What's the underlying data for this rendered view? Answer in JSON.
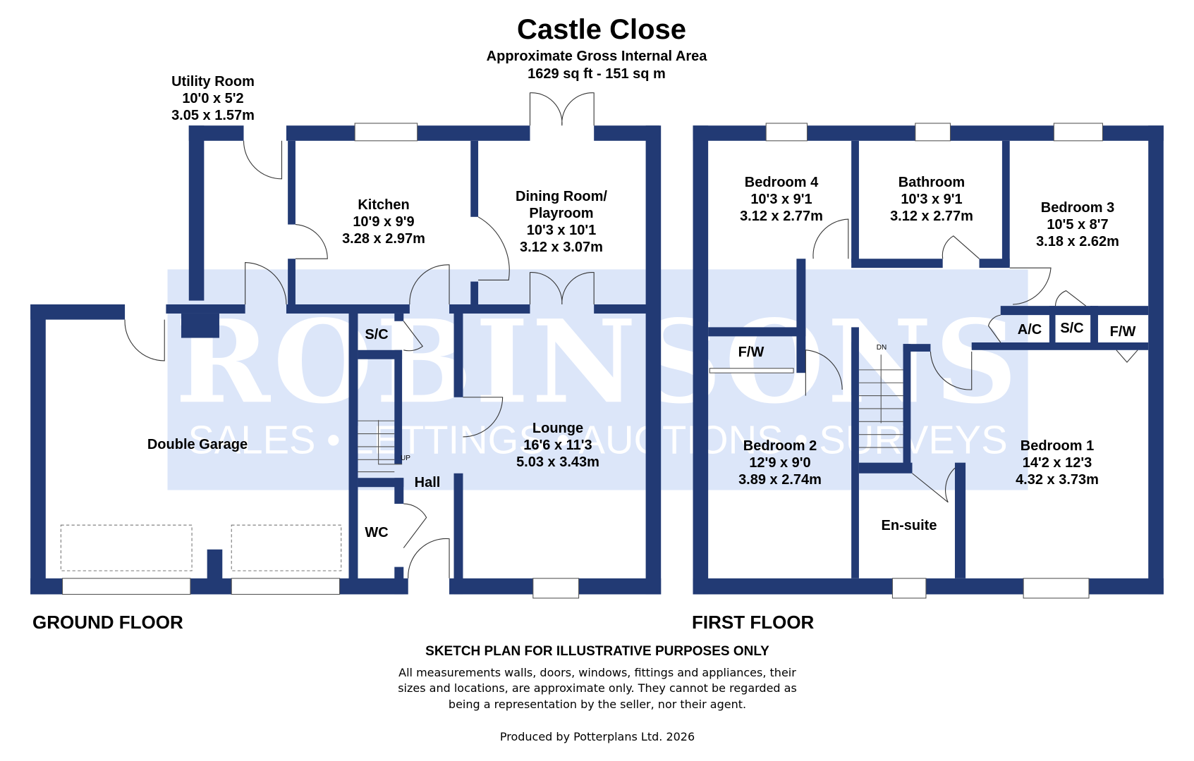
{
  "header": {
    "title": "Castle Close",
    "area_label": "Approximate Gross Internal Area",
    "area_value": "1629 sq ft - 151 sq m"
  },
  "watermark": {
    "brand": "ROBINSONS",
    "tagline": "SALES • LETTINGS • AUCTIONS • SURVEYS",
    "background_color": "#dce6f9"
  },
  "colors": {
    "wall": "#223a74",
    "text": "#000000"
  },
  "ground_floor": {
    "label": "GROUND FLOOR",
    "rooms": [
      {
        "name": "Utility Room",
        "imperial": "10'0 x 5'2",
        "metric": "3.05 x 1.57m"
      },
      {
        "name": "Kitchen",
        "imperial": "10'9 x 9'9",
        "metric": "3.28 x 2.97m"
      },
      {
        "name": "Dining Room/",
        "name2": "Playroom",
        "imperial": "10'3 x 10'1",
        "metric": "3.12 x 3.07m"
      },
      {
        "name": "Double Garage"
      },
      {
        "name": "S/C"
      },
      {
        "name": "Hall"
      },
      {
        "name": "WC"
      },
      {
        "name": "Lounge",
        "imperial": "16'6 x 11'3",
        "metric": "5.03 x 3.43m"
      }
    ],
    "stairs_label": "UP"
  },
  "first_floor": {
    "label": "FIRST FLOOR",
    "rooms": [
      {
        "name": "Bedroom 4",
        "imperial": "10'3 x 9'1",
        "metric": "3.12 x 2.77m"
      },
      {
        "name": "Bathroom",
        "imperial": "10'3 x 9'1",
        "metric": "3.12 x 2.77m"
      },
      {
        "name": "Bedroom 3",
        "imperial": "10'5 x 8'7",
        "metric": "3.18 x 2.62m"
      },
      {
        "name": "A/C"
      },
      {
        "name": "S/C"
      },
      {
        "name": "F/W"
      },
      {
        "name": "F/W"
      },
      {
        "name": "Bedroom 2",
        "imperial": "12'9 x 9'0",
        "metric": "3.89 x 2.74m"
      },
      {
        "name": "En-suite"
      },
      {
        "name": "Bedroom 1",
        "imperial": "14'2 x 12'3",
        "metric": "4.32 x 3.73m"
      }
    ],
    "stairs_label": "DN"
  },
  "footer": {
    "disclaimer_title": "SKETCH PLAN FOR ILLUSTRATIVE PURPOSES ONLY",
    "disclaimer_line1": "All measurements walls, doors, windows, fittings and appliances, their",
    "disclaimer_line2": "sizes and locations, are approximate only. They cannot be regarded as",
    "disclaimer_line3": "being a representation by the seller, nor their agent.",
    "producer": "Produced by Potterplans Ltd. 2026"
  }
}
